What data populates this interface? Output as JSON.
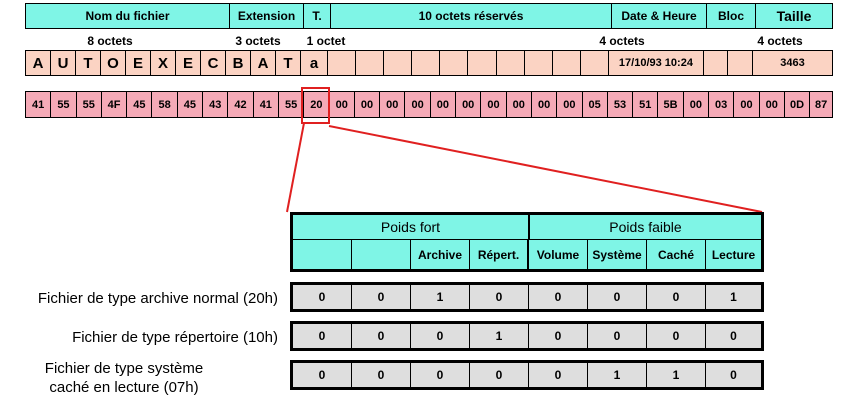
{
  "layout": {
    "header": [
      "Nom du fichier",
      "Extension",
      "T.",
      "10 octets réservés",
      "Date & Heure",
      "Bloc",
      "Taille"
    ],
    "sizes": {
      "name": "8 octets",
      "ext": "3 octets",
      "type": "1 octet",
      "datetime": "4 octets",
      "size": "4 octets"
    }
  },
  "entry": {
    "chars": [
      "A",
      "U",
      "T",
      "O",
      "E",
      "X",
      "E",
      "C",
      "B",
      "A",
      "T",
      "a"
    ],
    "datetime": "17/10/93 10:24",
    "size": "3463"
  },
  "hex": [
    "41",
    "55",
    "55",
    "4F",
    "45",
    "58",
    "45",
    "43",
    "42",
    "41",
    "55",
    "20",
    "00",
    "00",
    "00",
    "00",
    "00",
    "00",
    "00",
    "00",
    "00",
    "00",
    "05",
    "53",
    "51",
    "5B",
    "00",
    "03",
    "00",
    "00",
    "0D",
    "87"
  ],
  "colors": {
    "header": "#7ff5e6",
    "name_row": "#fbd3c3",
    "hex_row": "#f5aab7",
    "bits": "#dedede",
    "highlight": "#e02020"
  },
  "attributes": {
    "groups": [
      "Poids fort",
      "Poids faible"
    ],
    "bits": [
      "",
      "",
      "Archive",
      "Répert.",
      "Volume",
      "Système",
      "Caché",
      "Lecture"
    ],
    "examples": [
      {
        "label": "Fichier de type archive normal (20h)",
        "values": [
          "0",
          "0",
          "1",
          "0",
          "0",
          "0",
          "0",
          "1"
        ]
      },
      {
        "label": "Fichier de type répertoire (10h)",
        "values": [
          "0",
          "0",
          "0",
          "1",
          "0",
          "0",
          "0",
          "0"
        ]
      },
      {
        "label_line1": "Fichier de type système",
        "label_line2": "caché en lecture (07h)",
        "values": [
          "0",
          "0",
          "0",
          "0",
          "0",
          "1",
          "1",
          "0"
        ]
      }
    ]
  }
}
